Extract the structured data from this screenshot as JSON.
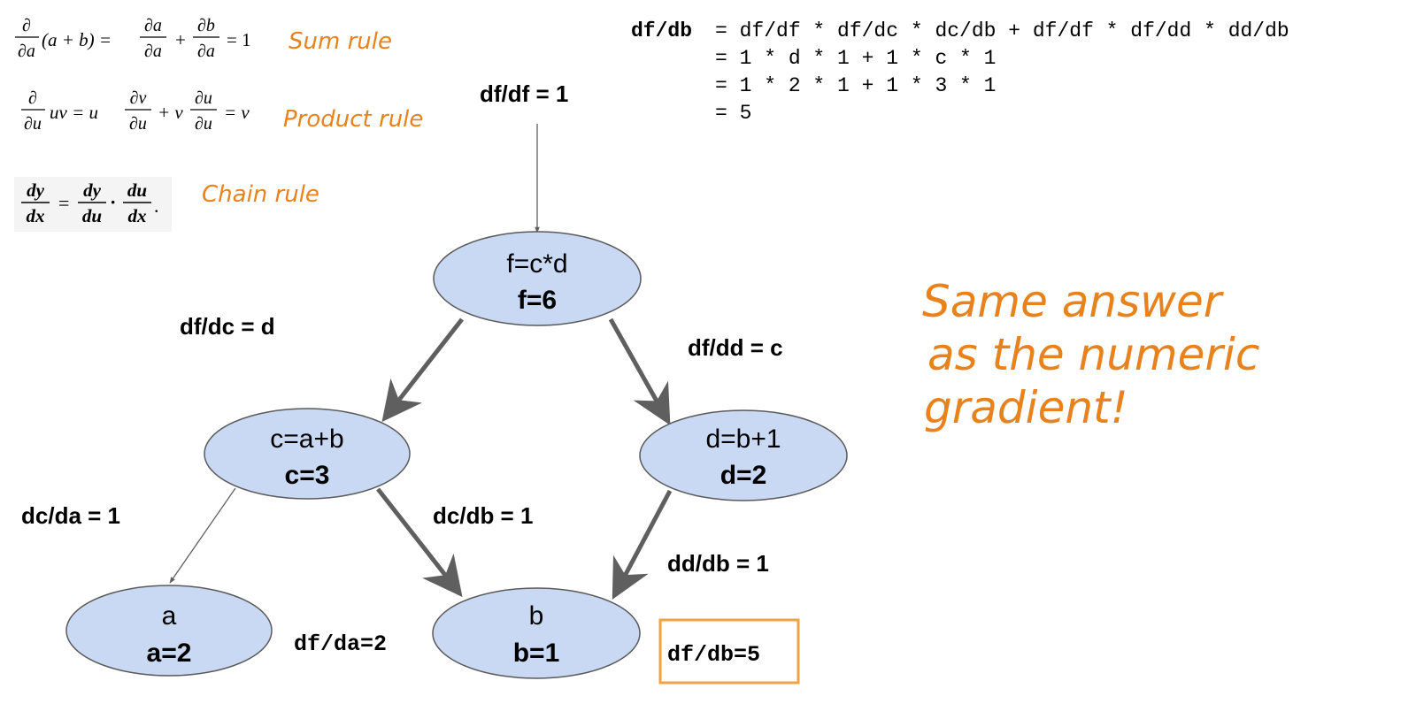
{
  "rules": {
    "sum": {
      "lhs_num": "∂",
      "lhs_den": "∂a",
      "lhs_expr": "(a + b) =",
      "t1_num": "∂a",
      "t1_den": "∂a",
      "plus": "+",
      "t2_num": "∂b",
      "t2_den": "∂a",
      "result": "= 1",
      "label": "Sum rule"
    },
    "product": {
      "lhs_num": "∂",
      "lhs_den": "∂u",
      "lhs_expr": "uv = u",
      "t1_num": "∂v",
      "t1_den": "∂u",
      "mid": "+ v",
      "t2_num": "∂u",
      "t2_den": "∂u",
      "result": "= v",
      "label": "Product rule"
    },
    "chain": {
      "lhs_num": "dy",
      "lhs_den": "dx",
      "eq": "=",
      "t1_num": "dy",
      "t1_den": "du",
      "dot": "·",
      "t2_num": "du",
      "t2_den": "dx",
      "end": ".",
      "label": "Chain rule"
    }
  },
  "derivation": {
    "lhs": "df/db",
    "line1": "= df/df * df/dc * dc/db + df/df * df/dd * dd/db",
    "line2": "= 1 * d * 1 + 1 * c * 1",
    "line3": "= 1 * 2 * 1 + 1 * 3 * 1",
    "line4": "= 5"
  },
  "top_gradient": "df/df = 1",
  "nodes": {
    "f": {
      "title": "f=c*d",
      "value": "f=6"
    },
    "c": {
      "title": "c=a+b",
      "value": "c=3"
    },
    "d": {
      "title": "d=b+1",
      "value": "d=2"
    },
    "a": {
      "title": "a",
      "value": "a=2"
    },
    "b": {
      "title": "b",
      "value": "b=1"
    }
  },
  "edge_labels": {
    "df_dc": "df/dc = d",
    "df_dd": "df/dd = c",
    "dc_da": "dc/da = 1",
    "dc_db": "dc/db = 1",
    "dd_db": "dd/db = 1"
  },
  "results": {
    "df_da": "df/da=2",
    "df_db": "df/db=5"
  },
  "note": {
    "line1": "Same answer",
    "line2": "as the numeric",
    "line3": "gradient!"
  },
  "colors": {
    "node_fill": "#c9d8f3",
    "node_stroke": "#5a5a5a",
    "arrow": "#5f5f5f",
    "handwriting": "#e8821c",
    "highlight_box": "#f0a244"
  }
}
